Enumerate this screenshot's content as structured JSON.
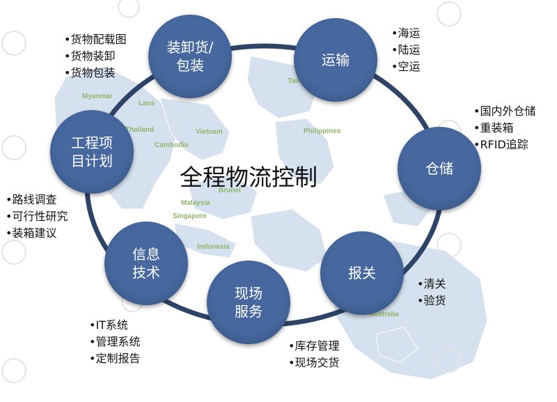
{
  "center_title": "全程物流控制",
  "map_labels": [
    "Myanmar",
    "Laos",
    "Thailand",
    "Vietnam",
    "Cambodia",
    "Philippines",
    "Brunei",
    "Malaysia",
    "Singapore",
    "Indonesia",
    "Taiwan",
    "Australia"
  ],
  "nodes": [
    {
      "id": "loading",
      "label": "装卸货/\n包装",
      "items": [
        "货物配载图",
        "货物装卸",
        "货物包装"
      ]
    },
    {
      "id": "transport",
      "label": "运输",
      "items": [
        "海运",
        "陆运",
        "空运"
      ]
    },
    {
      "id": "storage",
      "label": "仓储",
      "items": [
        "国内外仓储",
        "重装箱",
        "RFID追踪"
      ]
    },
    {
      "id": "customs",
      "label": "报关",
      "items": [
        "清关",
        "验货"
      ]
    },
    {
      "id": "onsite",
      "label": "现场\n服务",
      "items": [
        "库存管理",
        "现场交货"
      ]
    },
    {
      "id": "it",
      "label": "信息\n技术",
      "items": [
        "IT系统",
        "管理系统",
        "定制报告"
      ]
    },
    {
      "id": "project",
      "label": "工程项\n目计划",
      "items": [
        "路线调查",
        "可行性研究",
        "装箱建议"
      ]
    }
  ],
  "colors": {
    "node_fill": "#46689f",
    "ring": "#2e4466",
    "map": "#cfdced",
    "map_label": "#8fb46a",
    "watermark": "#e3e3e3"
  }
}
